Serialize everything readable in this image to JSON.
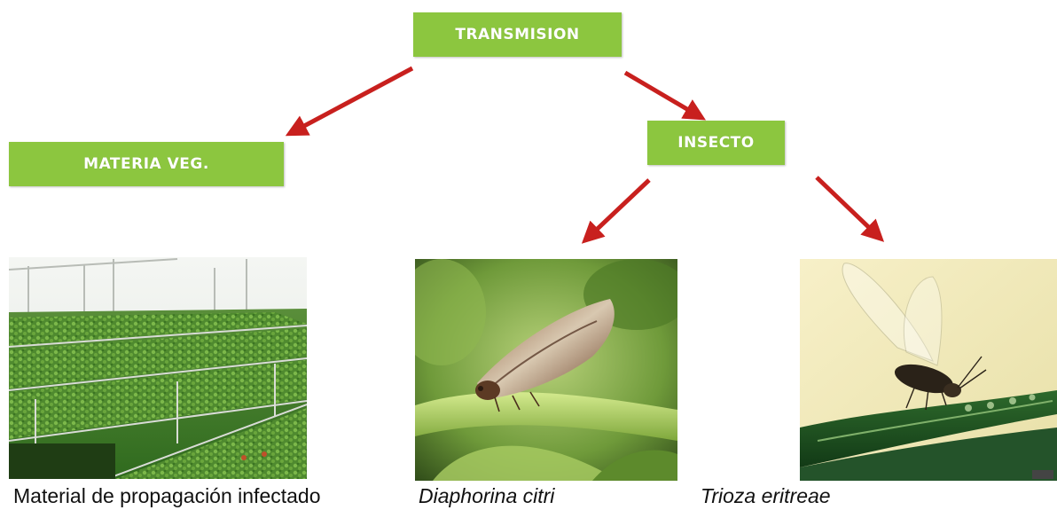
{
  "diagram": {
    "root_label": "TRANSMISION",
    "left_label": "MATERIA VEG.",
    "right_label": "INSECTO",
    "box_color": "#8cc63f",
    "arrow_color": "#c8201e"
  },
  "captions": {
    "material": "Material de propagación infectado",
    "diaphorina": "Diaphorina citri",
    "trioza": "Trioza eritreae"
  }
}
